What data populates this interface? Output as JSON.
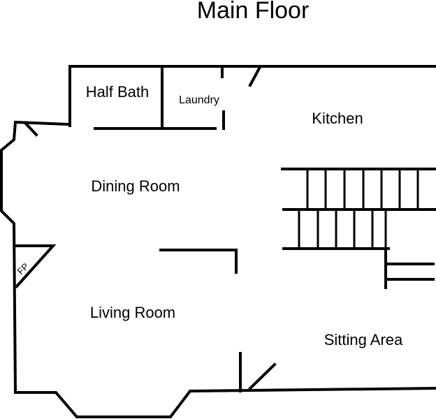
{
  "title": "Main Floor",
  "rooms": {
    "half_bath": "Half Bath",
    "laundry": "Laundry",
    "kitchen": "Kitchen",
    "dining_room": "Dining Room",
    "living_room": "Living Room",
    "sitting_area": "Sitting Area",
    "fireplace": "FP"
  }
}
